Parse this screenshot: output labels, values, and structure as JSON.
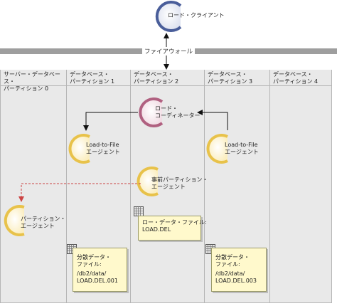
{
  "load_client": {
    "label": "ロード・クライアント"
  },
  "firewall": {
    "label": "ファイアウォール"
  },
  "partitions": [
    {
      "line1": "サーバー・データベース・",
      "line2": "パーティション 0"
    },
    {
      "line1": "データベース・",
      "line2": "パーティション 1"
    },
    {
      "line1": "データベース・",
      "line2": "パーティション 2"
    },
    {
      "line1": "データベース・",
      "line2": "パーティション 3"
    },
    {
      "line1": "データベース・",
      "line2": "パーティション 4"
    }
  ],
  "coordinator": {
    "line1": "ロード・",
    "line2": "コーディネーター"
  },
  "load_to_file_1": {
    "line1": "Load-to-File",
    "line2": "エージェント"
  },
  "load_to_file_3": {
    "line1": "Load-to-File",
    "line2": "エージェント"
  },
  "pre_partition": {
    "line1": "事前パーティション・",
    "line2": "エージェント"
  },
  "partition_agent": {
    "line1": "パーティション・",
    "line2": "エージェント"
  },
  "raw_data_file": {
    "line1": "ロー・データ・ファイル:",
    "line2": "LOAD.DEL"
  },
  "split_file_1": {
    "line1": "分散データ・",
    "line2": "ファイル:",
    "line3": "/db2/data/",
    "line4": "LOAD.DEL.001"
  },
  "split_file_3": {
    "line1": "分散データ・",
    "line2": "ファイル:",
    "line3": "/db2/data/",
    "line4": "LOAD.DEL.003"
  },
  "colors": {
    "client_ring": "#4a5e9a",
    "coordinator_ring": "#b06080",
    "agent_ring": "#e8c24a",
    "agent_fill": "#fff7dc",
    "dashed_arrow": "#cc4444",
    "file_fill": "#fff9cc"
  }
}
